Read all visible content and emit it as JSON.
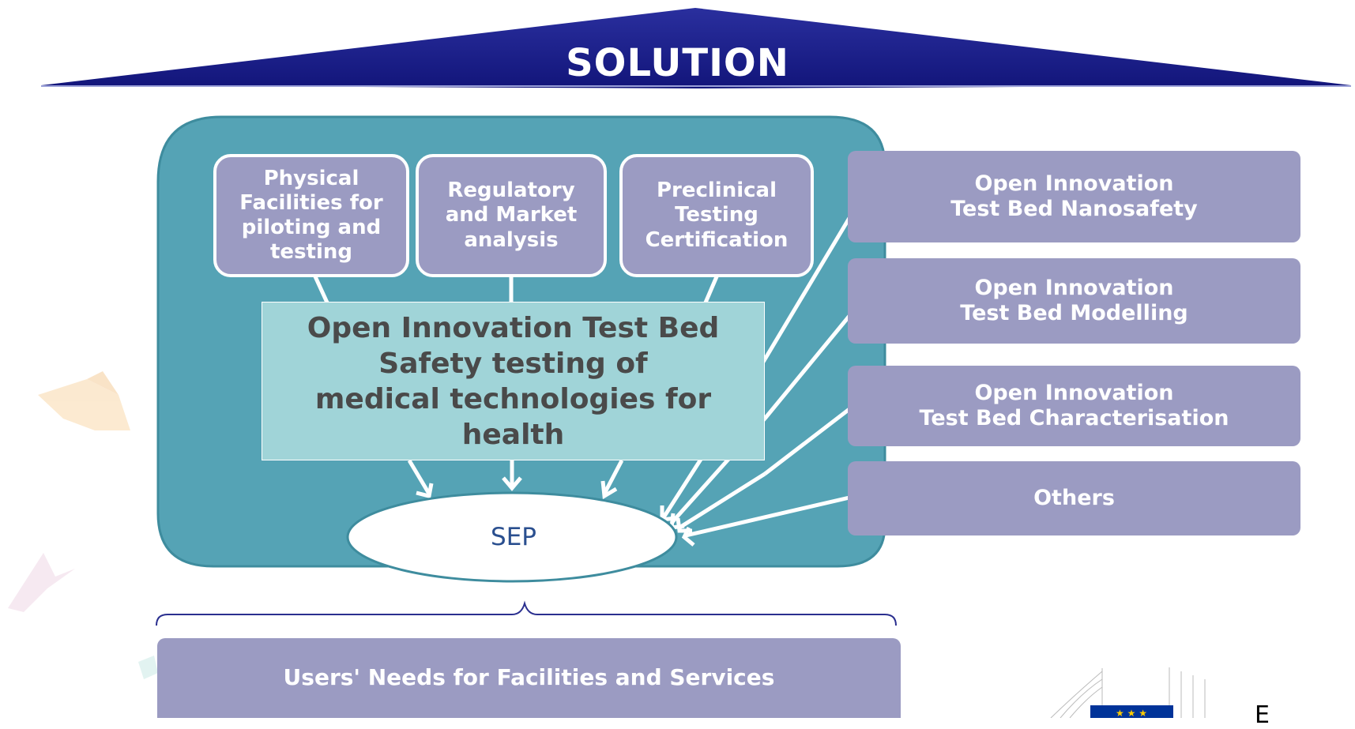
{
  "header": {
    "title": "SOLUTION"
  },
  "top_boxes": [
    {
      "lines": [
        "Physical",
        "Facilities for",
        "piloting and",
        "testing"
      ]
    },
    {
      "lines": [
        "Regulatory",
        "and Market",
        "analysis"
      ]
    },
    {
      "lines": [
        "Preclinical",
        "Testing",
        "Certification"
      ]
    }
  ],
  "center_box": {
    "lines": [
      "Open Innovation Test Bed",
      "Safety testing of",
      "medical technologies for",
      "health"
    ]
  },
  "sep": {
    "label": "SEP"
  },
  "right_boxes": [
    {
      "lines": [
        "Open Innovation",
        "Test Bed Nanosafety"
      ]
    },
    {
      "lines": [
        "Open Innovation",
        "Test Bed Modelling"
      ]
    },
    {
      "lines": [
        "Open Innovation",
        "Test Bed Characterisation"
      ]
    },
    {
      "lines": [
        "Others"
      ]
    }
  ],
  "bottom": {
    "label": "Users' Needs for Facilities and Services"
  },
  "footer": {
    "logo_text": "E"
  },
  "colors": {
    "banner": "#1c1f8f",
    "panel": "#55a3b5",
    "panel_border": "#3e8c9e",
    "box_fill": "#9b9bc2",
    "center_fill": "#a0d4d8",
    "sep_text": "#2a4f8f"
  }
}
